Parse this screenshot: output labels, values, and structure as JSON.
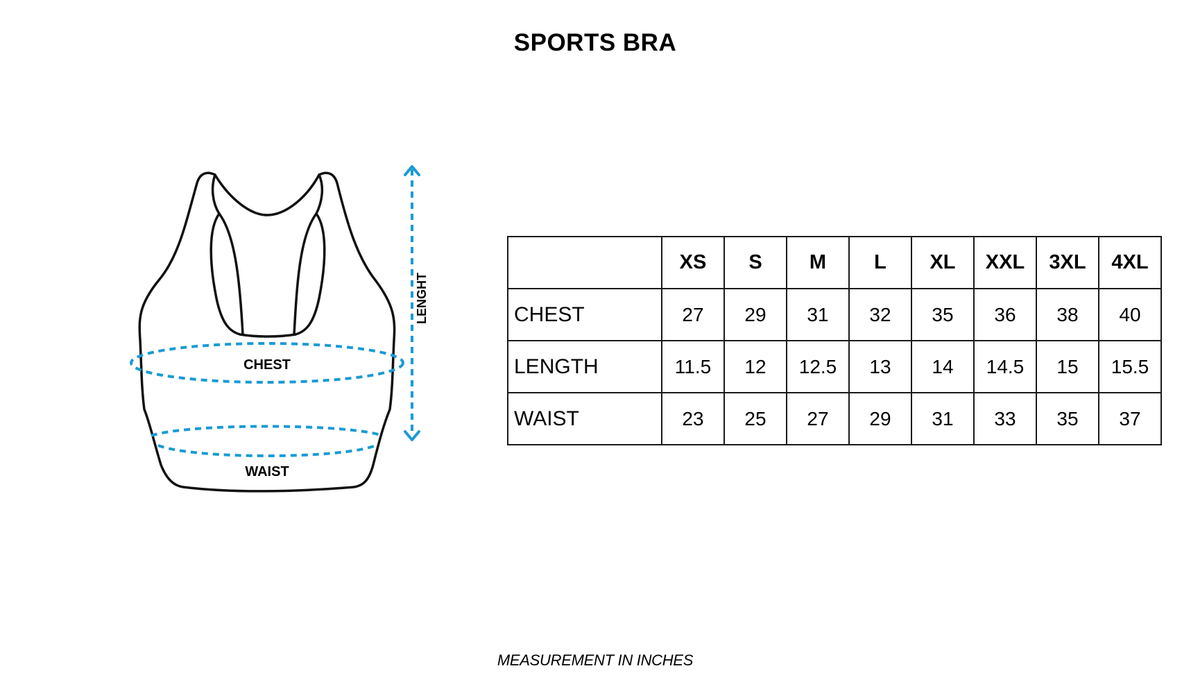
{
  "title": "SPORTS BRA",
  "diagram": {
    "chest_label": "CHEST",
    "waist_label": "WAIST",
    "length_label": "LENGHT",
    "accent_color": "#1a9ad6"
  },
  "table": {
    "sizes": [
      "XS",
      "S",
      "M",
      "L",
      "XL",
      "XXL",
      "3XL",
      "4XL"
    ],
    "rows": [
      {
        "label": "CHEST",
        "values": [
          "27",
          "29",
          "31",
          "32",
          "35",
          "36",
          "38",
          "40"
        ]
      },
      {
        "label": "LENGTH",
        "values": [
          "11.5",
          "12",
          "12.5",
          "13",
          "14",
          "14.5",
          "15",
          "15.5"
        ]
      },
      {
        "label": "WAIST",
        "values": [
          "23",
          "25",
          "27",
          "29",
          "31",
          "33",
          "35",
          "37"
        ]
      }
    ]
  },
  "footer_note": "MEASUREMENT IN INCHES"
}
